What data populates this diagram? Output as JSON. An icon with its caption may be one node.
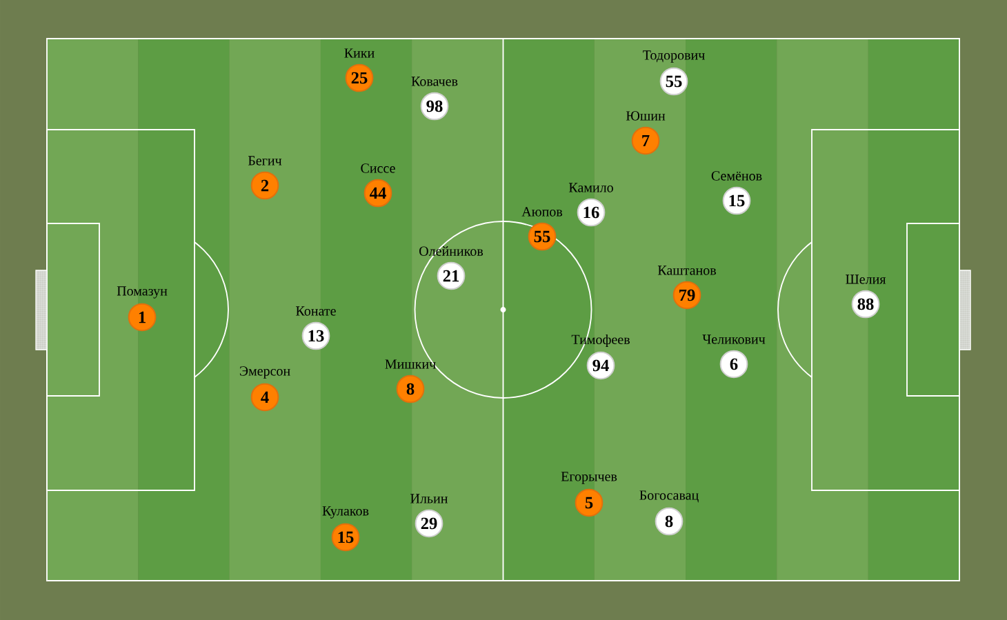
{
  "diagram": {
    "nodes": [
      {
        "text": [
          "Помазун",
          "1"
        ]
      },
      {
        "text": [
          "Бегич",
          "2"
        ]
      },
      {
        "text": [
          "Эмерсон",
          "4"
        ]
      },
      {
        "text": [
          "Кулаков",
          "15"
        ]
      },
      {
        "text": [
          "Кики",
          "25"
        ]
      },
      {
        "text": [
          "Сиссе",
          "44"
        ]
      },
      {
        "text": [
          "Мишкич",
          "8"
        ]
      },
      {
        "text": [
          "Аюпов",
          "55"
        ]
      },
      {
        "text": [
          "Егорычев",
          "5"
        ]
      },
      {
        "text": [
          "Юшин",
          "7"
        ]
      },
      {
        "text": [
          "Каштанов",
          "79"
        ]
      },
      {
        "text": [
          "Конате",
          "13"
        ]
      },
      {
        "text": [
          "Ильин",
          "29"
        ]
      },
      {
        "text": [
          "Ковачев",
          "98"
        ]
      },
      {
        "text": [
          "Олейников",
          "21"
        ]
      },
      {
        "text": [
          "Камило",
          "16"
        ]
      },
      {
        "text": [
          "Тимофеев",
          "94"
        ]
      },
      {
        "text": [
          "Богосавац",
          "8"
        ]
      },
      {
        "text": [
          "Тодорович",
          "55"
        ]
      },
      {
        "text": [
          "Семёнов",
          "15"
        ]
      },
      {
        "text": [
          "Челикович",
          "6"
        ]
      },
      {
        "text": [
          "Шелия",
          "88"
        ]
      }
    ]
  }
}
